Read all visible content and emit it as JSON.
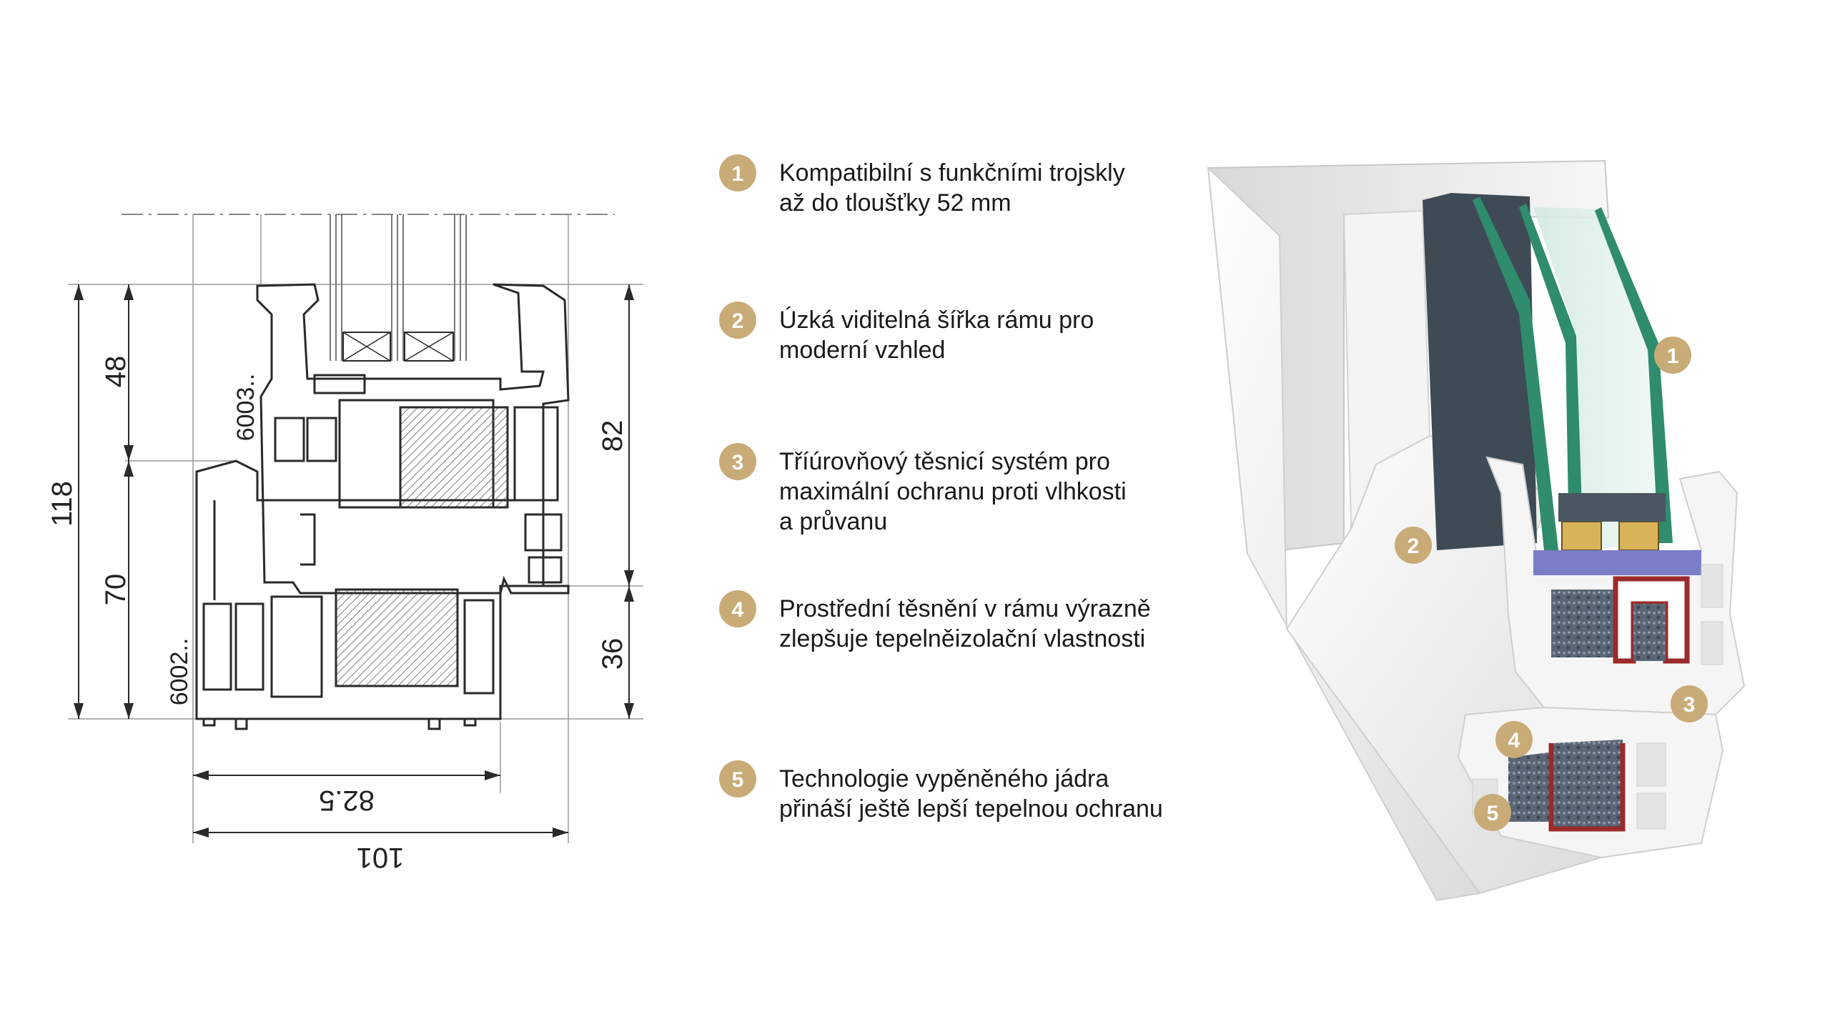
{
  "dimensions": {
    "top_right_section": "48",
    "overall_height": "118",
    "lower_left_section": "70",
    "right_upper": "82",
    "right_lower": "36",
    "inner_width": "82.5",
    "overall_width": "101",
    "profile_upper_code": "6003..",
    "profile_lower_code": "6002.."
  },
  "features": [
    {
      "num": "1",
      "lines": [
        "Kompatibilní s funkčními trojskly",
        "až do tloušťky 52 mm"
      ]
    },
    {
      "num": "2",
      "lines": [
        "Úzká viditelná šířka rámu pro",
        "moderní vzhled"
      ]
    },
    {
      "num": "3",
      "lines": [
        "Tříúrovňový těsnicí systém pro",
        "maximální ochranu proti vlhkosti",
        "a průvanu"
      ]
    },
    {
      "num": "4",
      "lines": [
        "Prostřední těsnění v rámu výrazně",
        "zlepšuje tepelněizolační vlastnosti"
      ]
    },
    {
      "num": "5",
      "lines": [
        "Technologie vypěněného jádra",
        "přináší ještě lepší tepelnou ochranu"
      ]
    }
  ],
  "colors": {
    "badge": "#c9ab78",
    "glass_edge": "#2f8c6c",
    "frame_white": "#f2f2f2",
    "reinforcement_red": "#9b2a2a",
    "gasket_purple": "#7b7dc8"
  }
}
